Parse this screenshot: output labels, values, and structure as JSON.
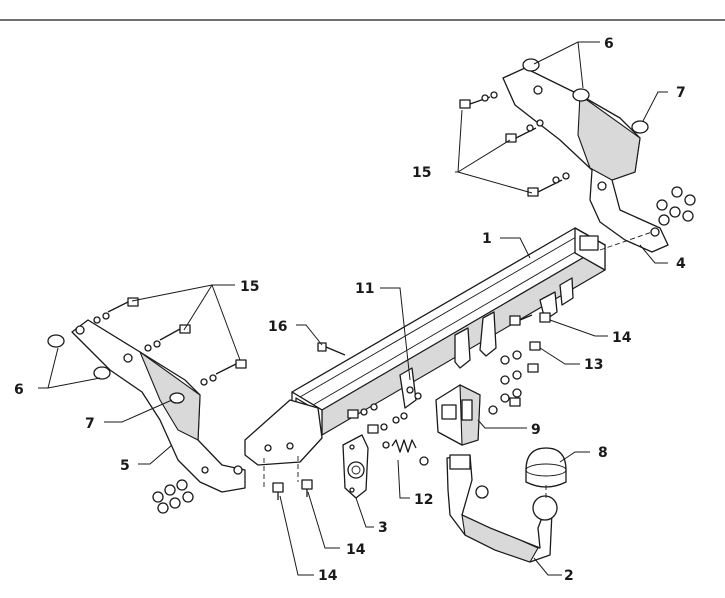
{
  "callouts": {
    "c1": "1",
    "c2": "2",
    "c3": "3",
    "c4": "4",
    "c5": "5",
    "c6a": "6",
    "c6b": "6",
    "c7a": "7",
    "c7b": "7",
    "c8": "8",
    "c9": "9",
    "c11": "11",
    "c12": "12",
    "c13": "13",
    "c14a": "14",
    "c14b": "14",
    "c14c": "14",
    "c15a": "15",
    "c15b": "15",
    "c16": "16"
  }
}
